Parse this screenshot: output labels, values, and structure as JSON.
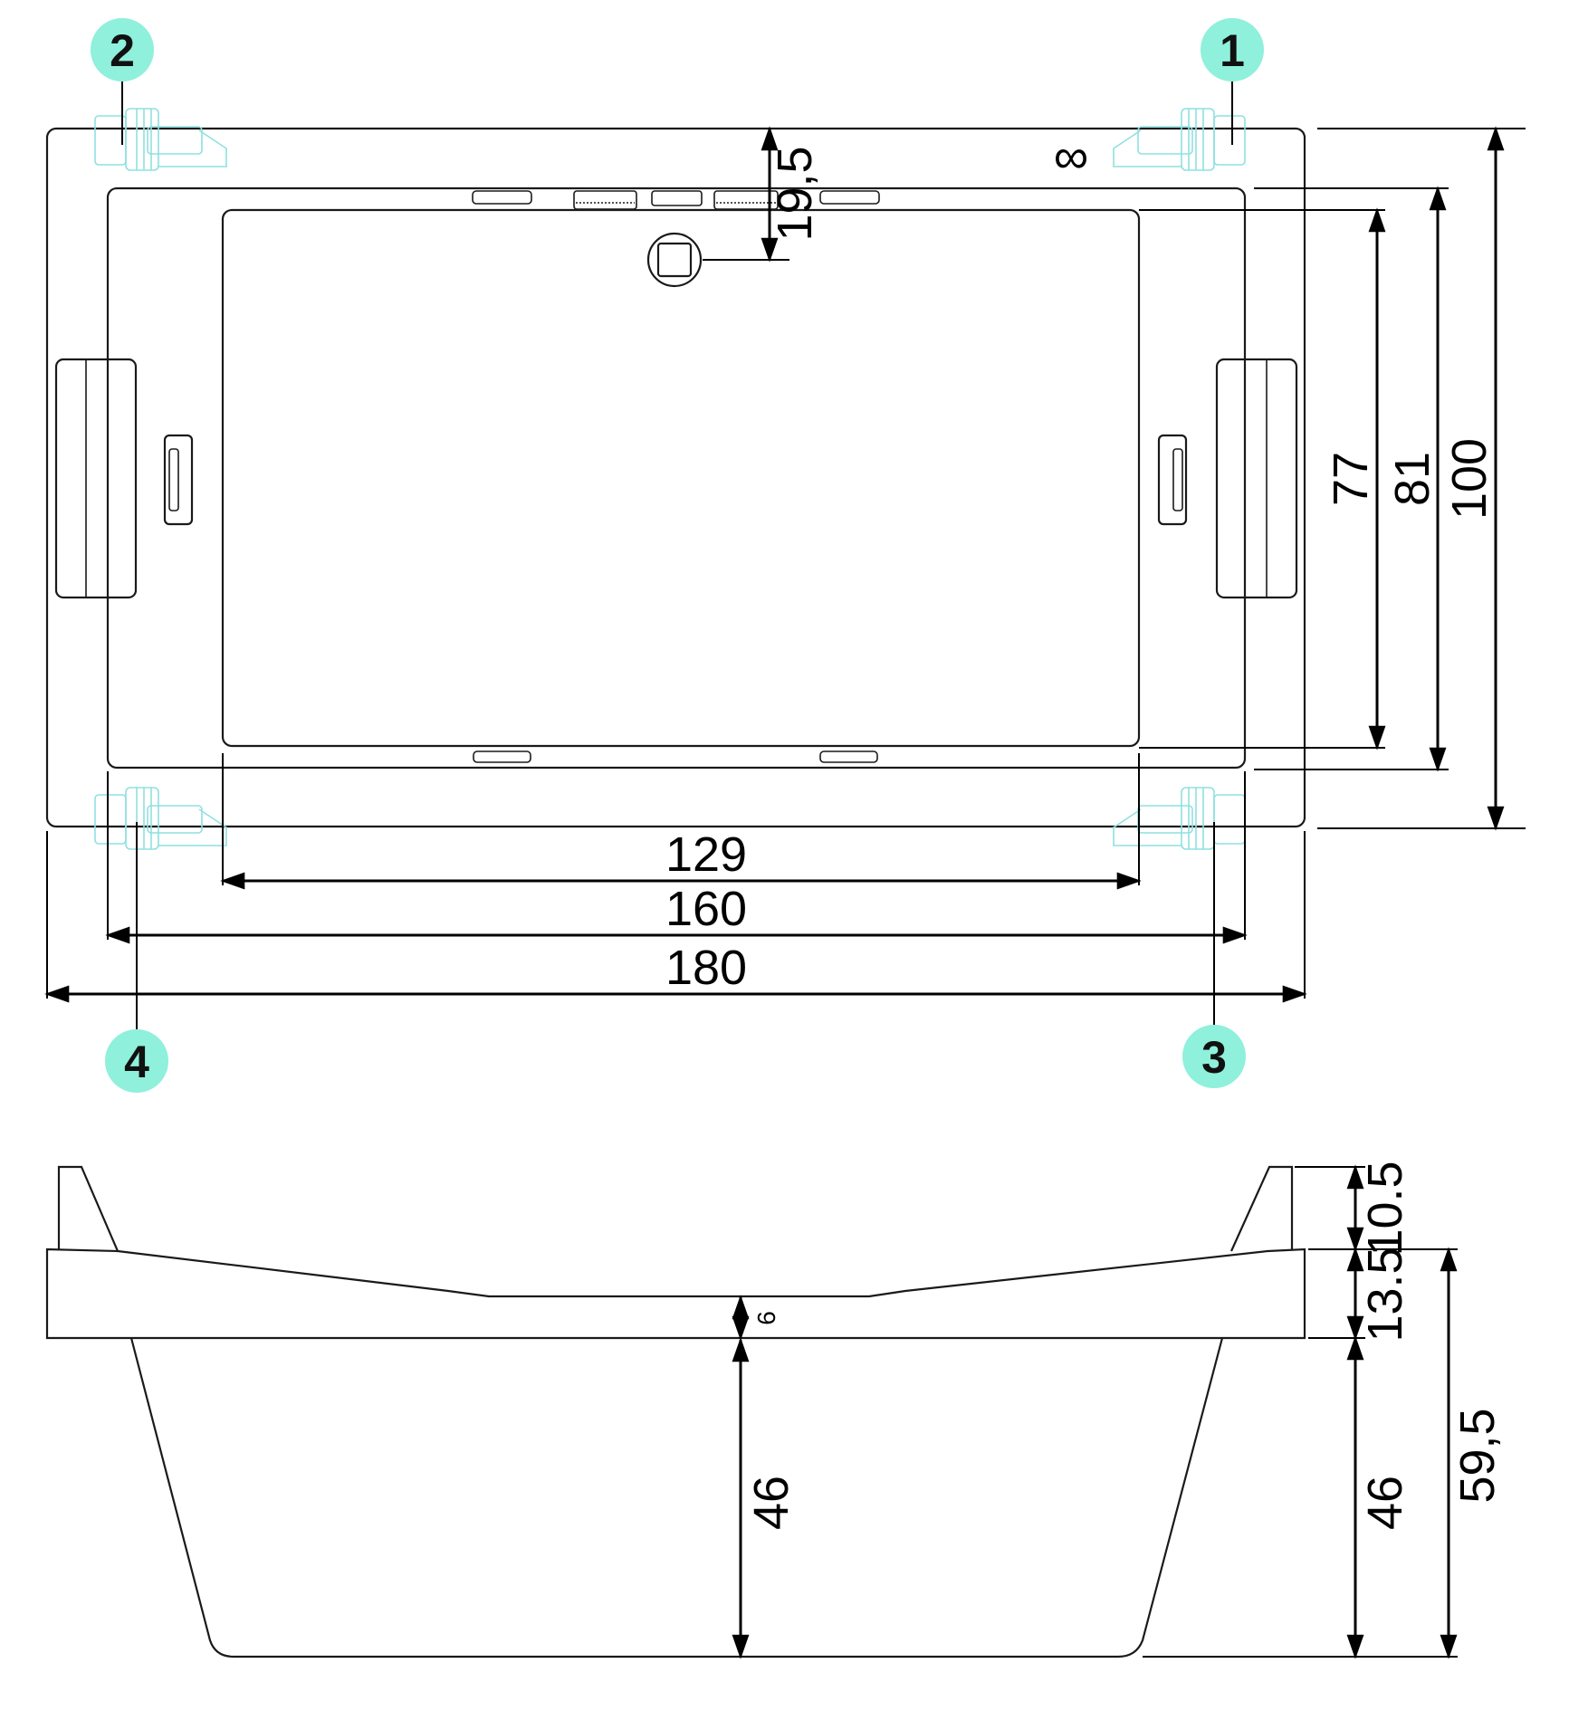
{
  "top_view": {
    "dimensions": {
      "depth_to_drain": "19,5",
      "width_inner_basin": "129",
      "width_rim_inner": "160",
      "width_overall": "180",
      "length_inner_basin": "77",
      "length_rim_inner": "81",
      "length_overall": "100"
    },
    "callouts": [
      "1",
      "2",
      "3",
      "4"
    ],
    "overflow_symbol": "∞"
  },
  "side_view": {
    "dimensions": {
      "rim_thickness": "6",
      "basin_depth_center": "46",
      "tap_height": "10.5",
      "rim_height": "13.5",
      "basin_depth_side": "46",
      "overall_height": "59,5"
    }
  },
  "colors": {
    "line": "#1a1a1a",
    "callout_fill": "#8ff0dc",
    "tap_outline": "#8fe0e0"
  }
}
